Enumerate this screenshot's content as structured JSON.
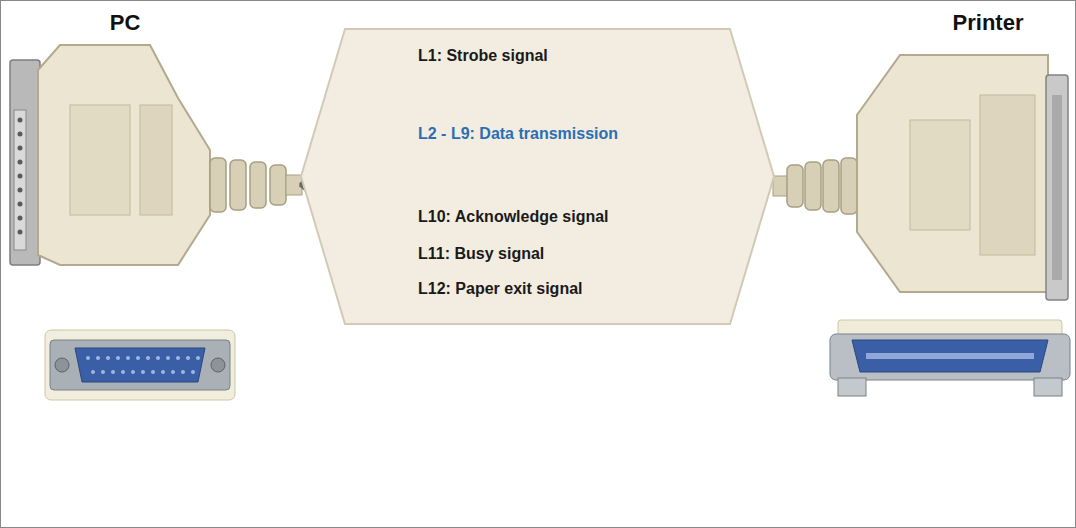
{
  "diagram": {
    "nodes": [
      {
        "text": [
          "L1: Strobe signal",
          "L2 - L9: Data transmission",
          "L10: Acknowledge signal",
          "L11: Busy signal",
          "L12: Paper exit signal"
        ]
      }
    ],
    "labels": [
      "PC",
      "Printer"
    ]
  }
}
